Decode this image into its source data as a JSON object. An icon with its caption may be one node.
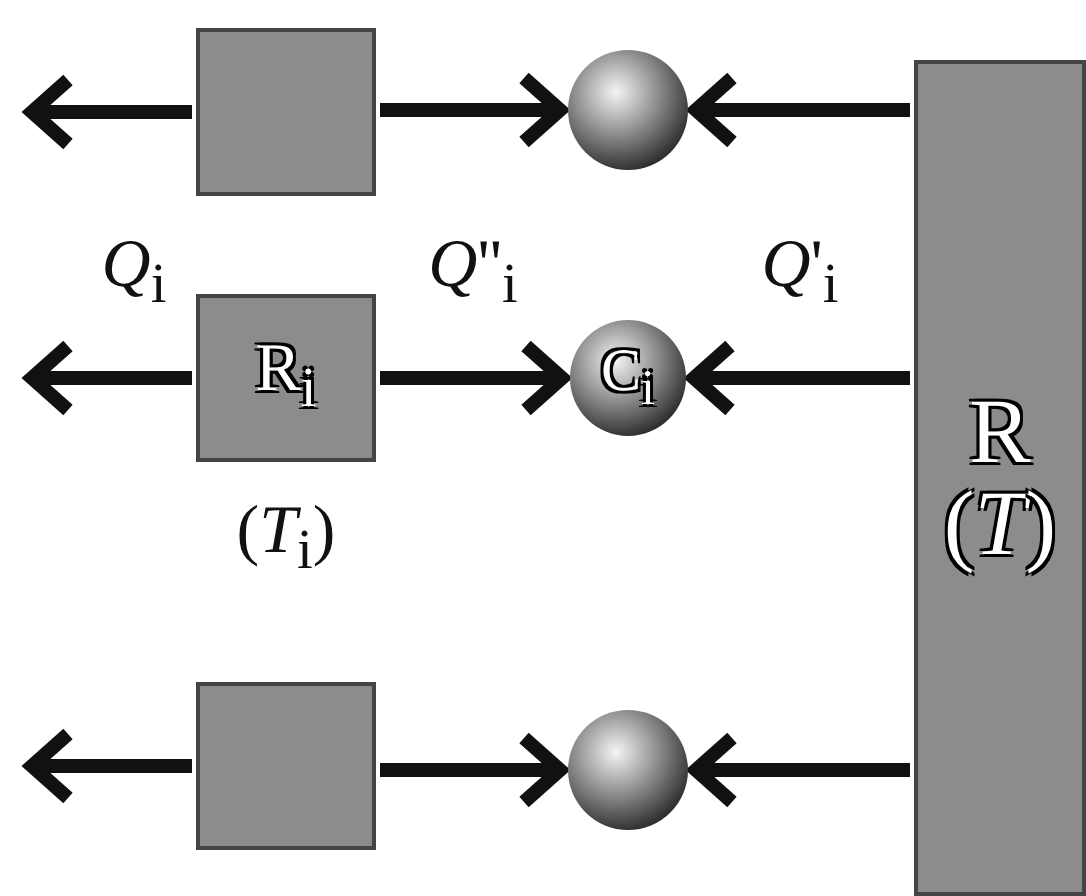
{
  "diagram": {
    "nodes": [
      {
        "text": [],
        "shape": "box"
      },
      {
        "text": [],
        "shape": "circle"
      },
      {
        "text": [
          "R$_{i}$"
        ],
        "beside": [
          "(*T*$_{i}$)"
        ]
      },
      {
        "text": [
          "C$_{i}$"
        ]
      },
      {
        "text": [],
        "shape": "box"
      },
      {
        "text": [],
        "shape": "circle"
      },
      {
        "text": [
          "R",
          "(*T*)"
        ]
      }
    ],
    "edges": [
      {
        "from": 0,
        "to": null,
        "arrow": "to"
      },
      {
        "from": 0,
        "to": 1,
        "arrow": "to"
      },
      {
        "from": 6,
        "to": 1,
        "arrow": "to"
      },
      {
        "from": 2,
        "to": null,
        "arrow": "to",
        "label": "*Q*$_{i}$"
      },
      {
        "from": 2,
        "to": 3,
        "arrow": "to",
        "label": "*Q*''$_{i}$"
      },
      {
        "from": 6,
        "to": 3,
        "arrow": "to",
        "label": "*Q*'$_{i}$"
      },
      {
        "from": 4,
        "to": null,
        "arrow": "to"
      },
      {
        "from": 4,
        "to": 5,
        "arrow": "to"
      },
      {
        "from": 6,
        "to": 5,
        "arrow": "to"
      }
    ]
  }
}
